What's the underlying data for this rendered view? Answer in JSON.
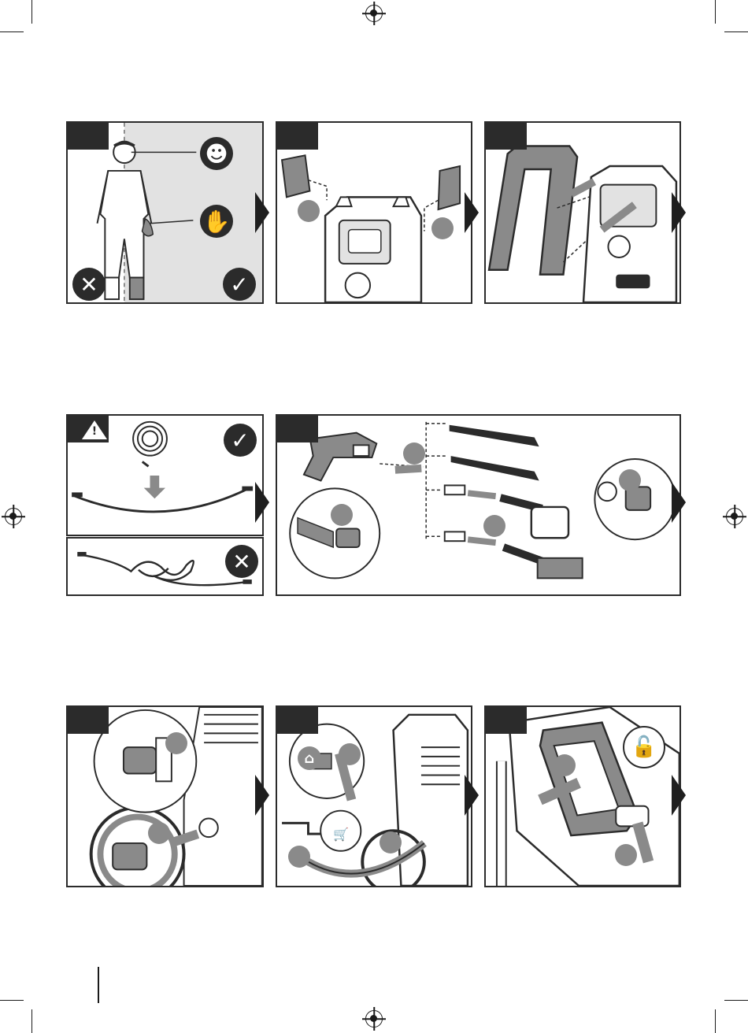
{
  "page": {
    "colors": {
      "ink": "#2b2b2b",
      "panel_shade": "#e2e2e2",
      "mid_gray": "#8a8a8a",
      "paper": "#ffffff"
    }
  },
  "rows": [
    {
      "panels": [
        {
          "id": "safety-gear",
          "icons": [
            "face-shield-icon",
            "gloves-icon",
            "cross-icon",
            "check-icon"
          ]
        },
        {
          "id": "attach-holders",
          "icons": [
            "holder-left-icon",
            "holder-right-icon"
          ]
        },
        {
          "id": "attach-handle",
          "icons": [
            "handle-icon"
          ]
        }
      ]
    },
    {
      "panels": [
        {
          "id": "hose-straight",
          "icons": [
            "warning-icon",
            "hose-coil-icon",
            "check-icon"
          ]
        },
        {
          "id": "hose-tangled",
          "icons": [
            "hose-tangled-icon",
            "cross-icon"
          ]
        },
        {
          "id": "attach-lance-nozzles",
          "icons": [
            "spray-gun-icon",
            "lance-icon",
            "nozzle-icon",
            "rotary-brush-icon",
            "brush-icon"
          ]
        }
      ]
    },
    {
      "panels": [
        {
          "id": "connect-outlet",
          "icons": [
            "connector-icon"
          ]
        },
        {
          "id": "connect-water",
          "icons": [
            "tap-icon",
            "cart-icon"
          ]
        },
        {
          "id": "unlock-trigger",
          "icons": [
            "unlock-icon"
          ]
        }
      ]
    }
  ]
}
